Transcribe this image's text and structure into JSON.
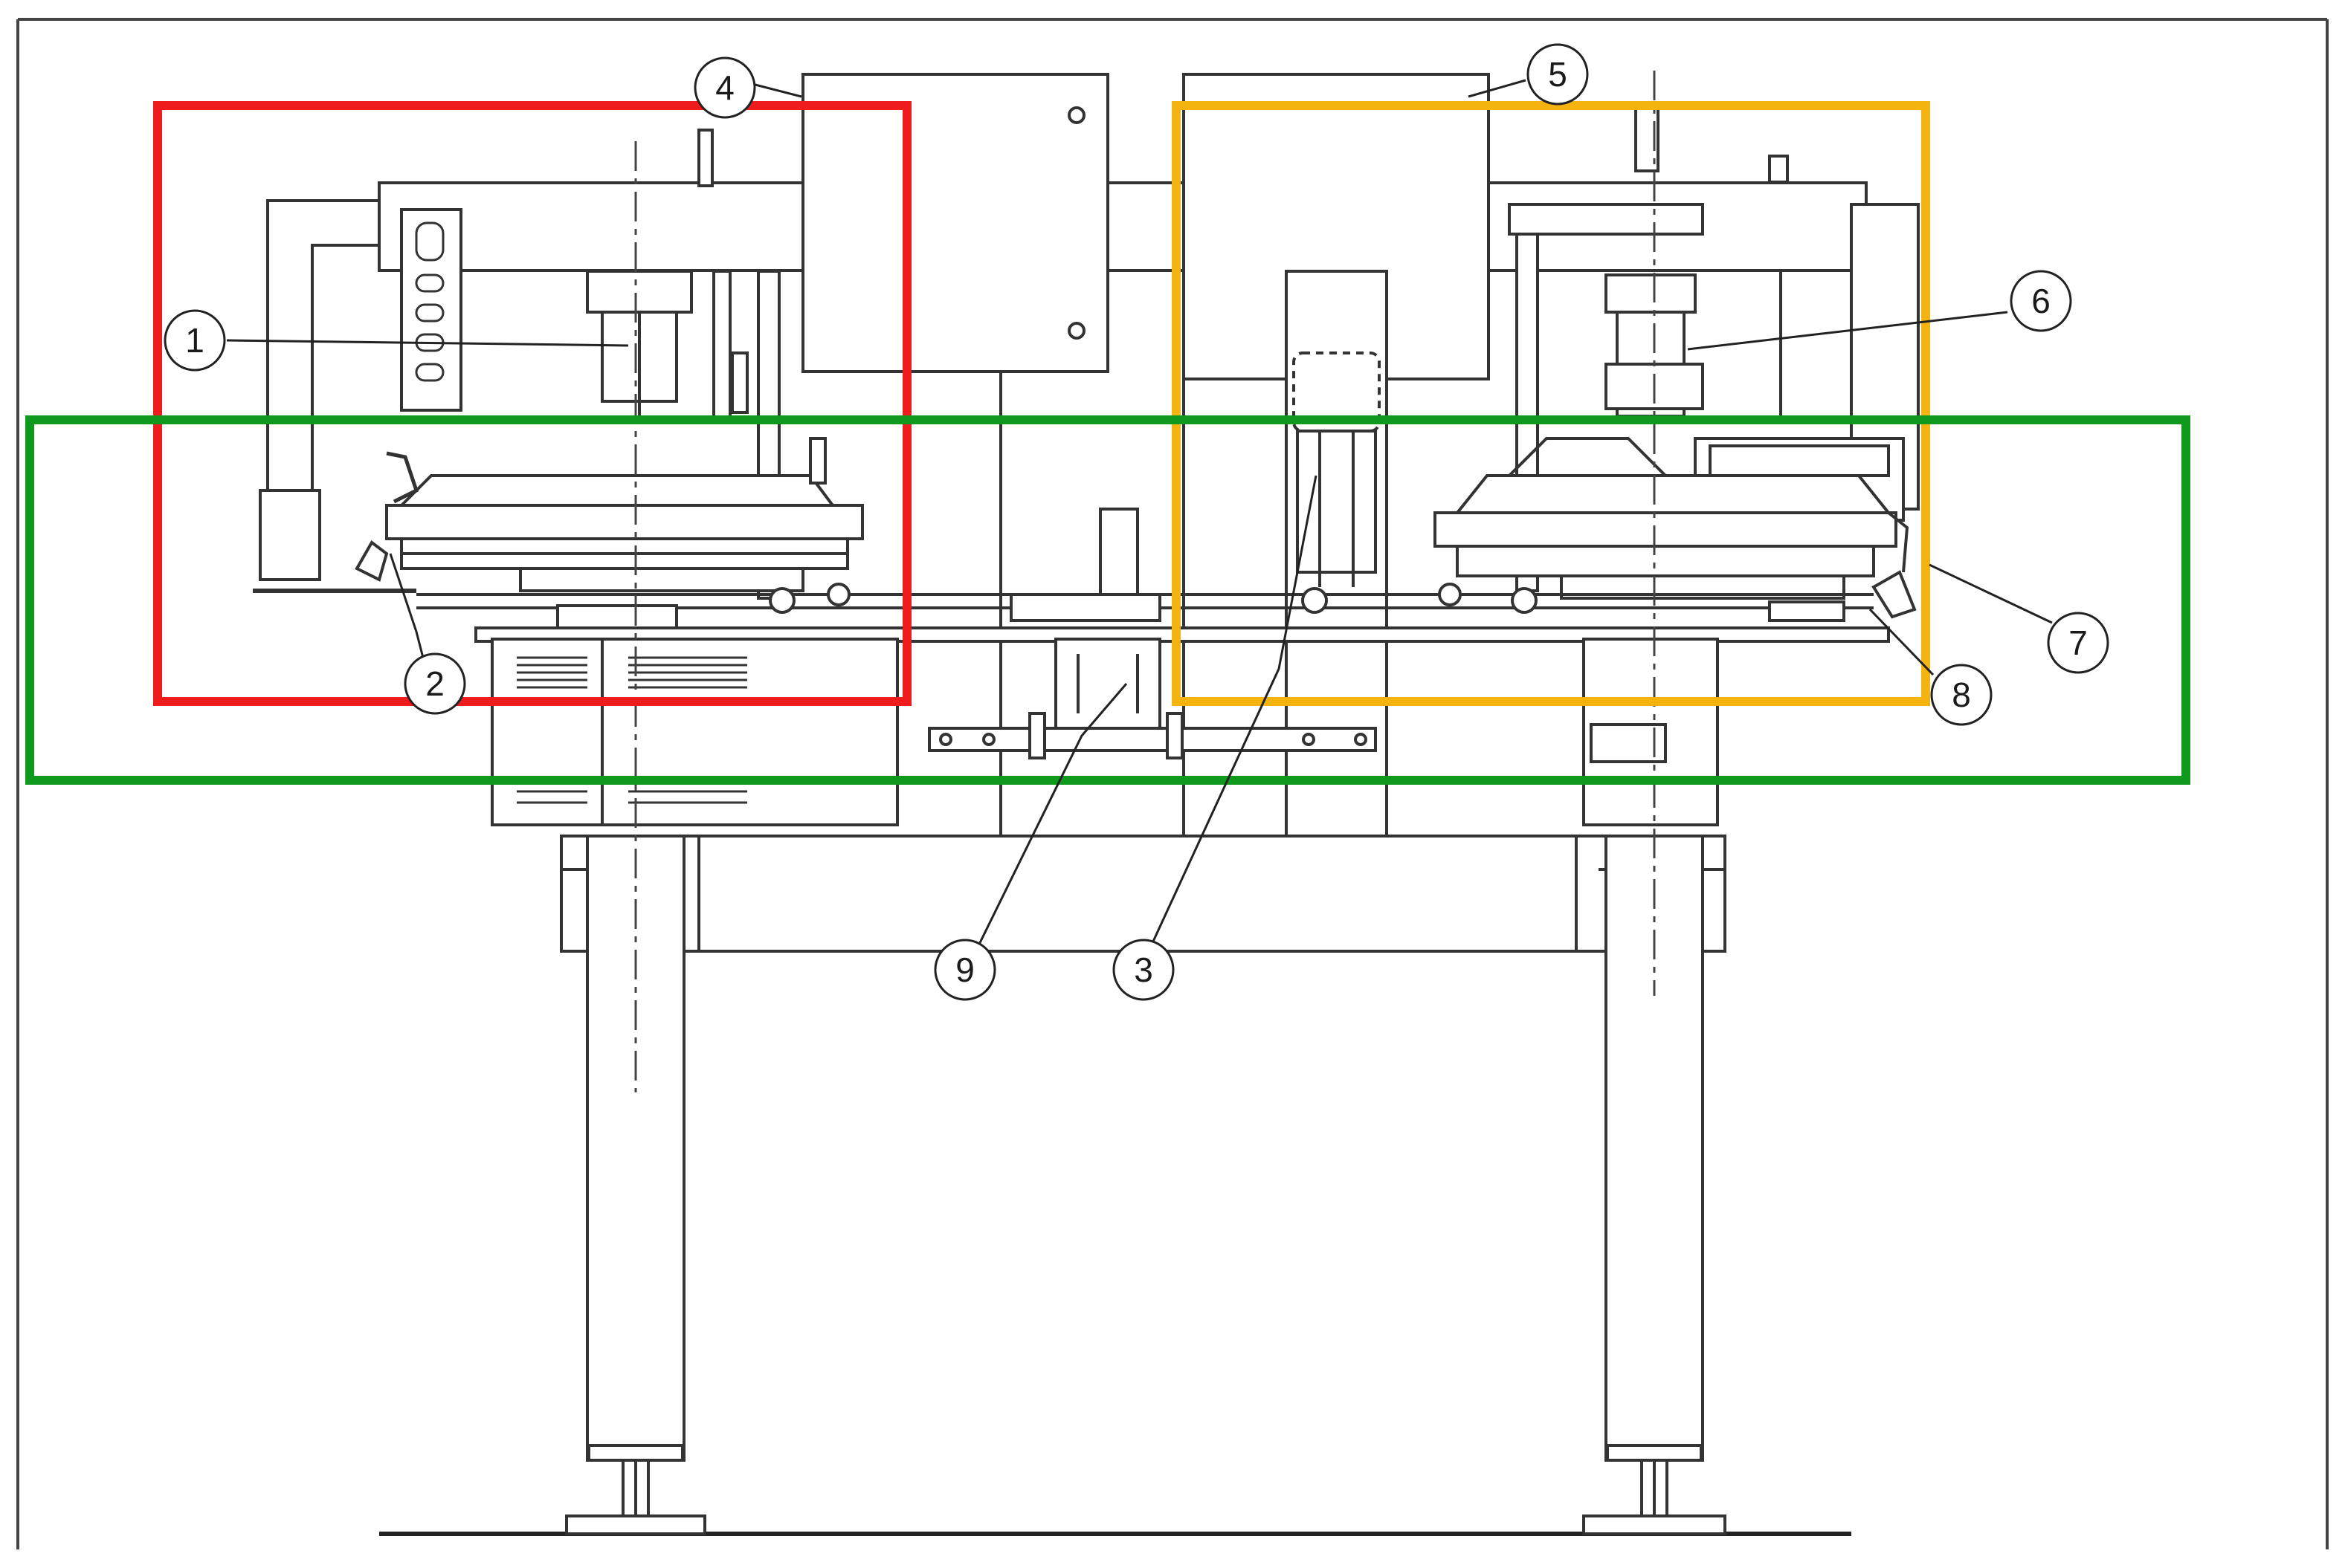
{
  "callouts": [
    {
      "id": "c1",
      "text": "1"
    },
    {
      "id": "c2",
      "text": "2"
    },
    {
      "id": "c3",
      "text": "3"
    },
    {
      "id": "c4",
      "text": "4"
    },
    {
      "id": "c5",
      "text": "5"
    },
    {
      "id": "c6",
      "text": "6"
    },
    {
      "id": "c7",
      "text": "7"
    },
    {
      "id": "c8",
      "text": "8"
    },
    {
      "id": "c9",
      "text": "9"
    }
  ],
  "highlights": [
    {
      "id": "left-module",
      "color": "#ee1c1c"
    },
    {
      "id": "right-module",
      "color": "#f5b30f"
    },
    {
      "id": "carousel-band",
      "color": "#0f9a1e"
    }
  ],
  "colors": {
    "line": "#333333",
    "background": "#ffffff"
  }
}
